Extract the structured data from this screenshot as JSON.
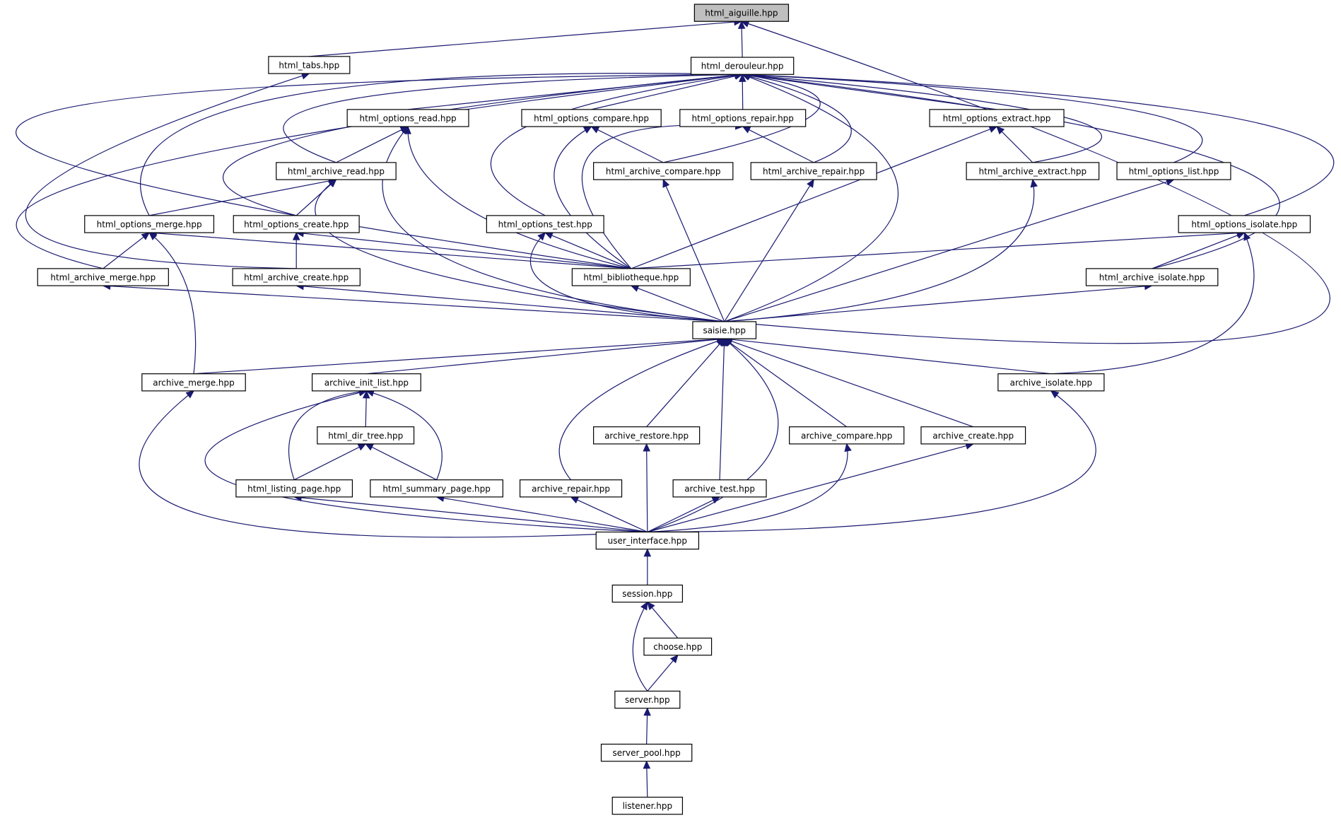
{
  "graph": {
    "edge_color": "#191970",
    "root_fill": "#bfbfbf",
    "node_fill": "#ffffff",
    "nodes": [
      {
        "id": "aiguille",
        "label": "html_aiguille.hpp",
        "root": true
      },
      {
        "id": "tabs",
        "label": "html_tabs.hpp"
      },
      {
        "id": "derouleur",
        "label": "html_derouleur.hpp"
      },
      {
        "id": "opt_read",
        "label": "html_options_read.hpp"
      },
      {
        "id": "opt_compare",
        "label": "html_options_compare.hpp"
      },
      {
        "id": "opt_repair",
        "label": "html_options_repair.hpp"
      },
      {
        "id": "opt_extract",
        "label": "html_options_extract.hpp"
      },
      {
        "id": "arc_read",
        "label": "html_archive_read.hpp"
      },
      {
        "id": "arc_compare",
        "label": "html_archive_compare.hpp"
      },
      {
        "id": "arc_repair",
        "label": "html_archive_repair.hpp"
      },
      {
        "id": "arc_extract",
        "label": "html_archive_extract.hpp"
      },
      {
        "id": "opt_list",
        "label": "html_options_list.hpp"
      },
      {
        "id": "opt_merge",
        "label": "html_options_merge.hpp"
      },
      {
        "id": "opt_create",
        "label": "html_options_create.hpp"
      },
      {
        "id": "opt_test",
        "label": "html_options_test.hpp"
      },
      {
        "id": "opt_isolate",
        "label": "html_options_isolate.hpp"
      },
      {
        "id": "arc_merge",
        "label": "html_archive_merge.hpp"
      },
      {
        "id": "arc_create",
        "label": "html_archive_create.hpp"
      },
      {
        "id": "biblio",
        "label": "html_bibliotheque.hpp"
      },
      {
        "id": "arc_isolate",
        "label": "html_archive_isolate.hpp"
      },
      {
        "id": "saisie",
        "label": "saisie.hpp"
      },
      {
        "id": "archive_merge",
        "label": "archive_merge.hpp"
      },
      {
        "id": "init_list",
        "label": "archive_init_list.hpp"
      },
      {
        "id": "archive_isolate",
        "label": "archive_isolate.hpp"
      },
      {
        "id": "dir_tree",
        "label": "html_dir_tree.hpp"
      },
      {
        "id": "archive_restore",
        "label": "archive_restore.hpp"
      },
      {
        "id": "archive_compare",
        "label": "archive_compare.hpp"
      },
      {
        "id": "archive_create",
        "label": "archive_create.hpp"
      },
      {
        "id": "listing",
        "label": "html_listing_page.hpp"
      },
      {
        "id": "summary",
        "label": "html_summary_page.hpp"
      },
      {
        "id": "archive_repair",
        "label": "archive_repair.hpp"
      },
      {
        "id": "archive_test",
        "label": "archive_test.hpp"
      },
      {
        "id": "ui",
        "label": "user_interface.hpp"
      },
      {
        "id": "session",
        "label": "session.hpp"
      },
      {
        "id": "choose",
        "label": "choose.hpp"
      },
      {
        "id": "server",
        "label": "server.hpp"
      },
      {
        "id": "pool",
        "label": "server_pool.hpp"
      },
      {
        "id": "listener",
        "label": "listener.hpp"
      }
    ]
  }
}
